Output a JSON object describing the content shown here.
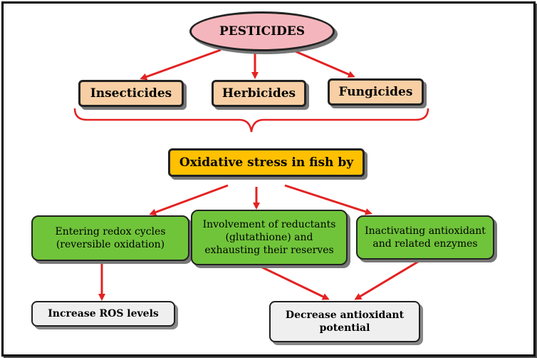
{
  "nodes": {
    "pesticides": "PESTICIDES",
    "insecticides": "Insecticides",
    "herbicides": "Herbicides",
    "fungicides": "Fungicides",
    "oxidative_stress": "Oxidative stress in fish by",
    "redox": [
      "Entering redox cycles",
      "(reversible oxidation)"
    ],
    "reductants": [
      "Involvement of reductants",
      "(glutathione) and",
      "exhausting their reserves"
    ],
    "inactivating": [
      "Inactivating antioxidant",
      "and related enzymes"
    ],
    "ros": "Increase ROS levels",
    "decrease": [
      "Decrease antioxidant",
      "potential"
    ]
  },
  "colors": {
    "arrow": "#e32222",
    "ellipse_fill": "#f4b6bc",
    "tan_fill": "#f8cfa4",
    "orange_fill": "#ffc000",
    "green_fill": "#70c43a",
    "grey_fill": "#efefef"
  }
}
